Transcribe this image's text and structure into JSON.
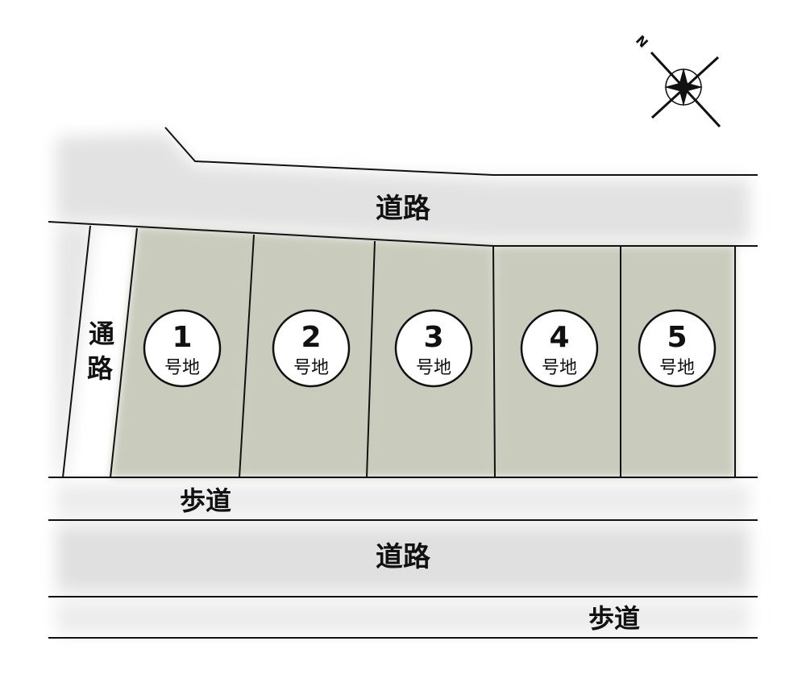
{
  "roads": {
    "top": "道路",
    "bottom": "道路",
    "side_path": [
      "通",
      "路"
    ],
    "sidewalk_upper": "歩道",
    "sidewalk_lower": "歩道"
  },
  "lots": [
    {
      "number": "1",
      "label": "号地"
    },
    {
      "number": "2",
      "label": "号地"
    },
    {
      "number": "3",
      "label": "号地"
    },
    {
      "number": "4",
      "label": "号地"
    },
    {
      "number": "5",
      "label": "号地"
    }
  ],
  "compass": {
    "north_label": "N"
  },
  "colors": {
    "lot": "#c9ccbd",
    "road": "#e4e4e4",
    "line": "#111111"
  }
}
